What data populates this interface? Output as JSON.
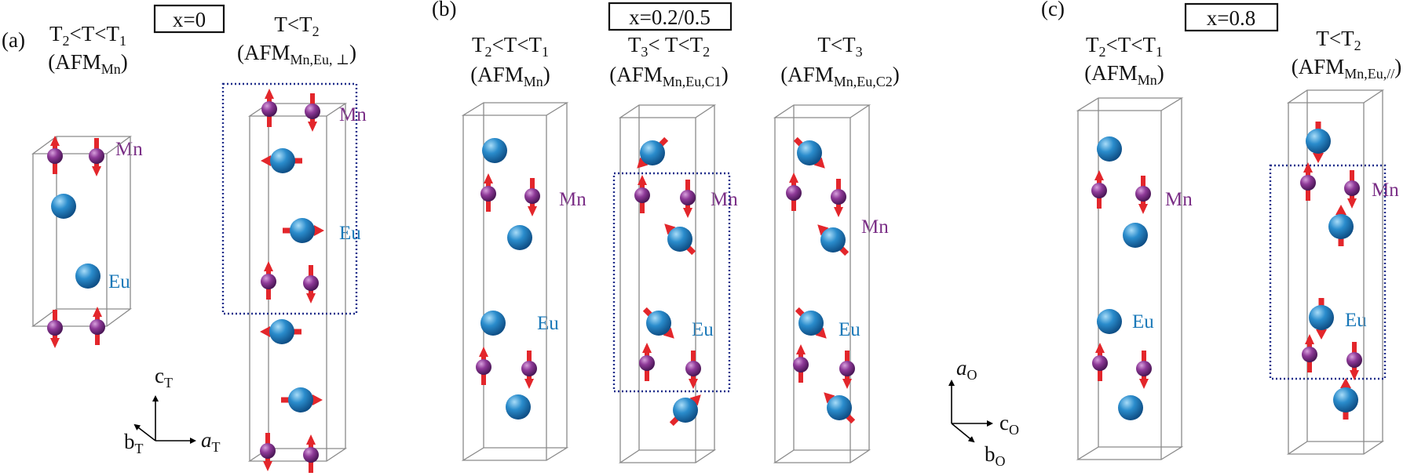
{
  "panels": {
    "a": {
      "letter": "(a)",
      "x_box": "x=0",
      "phase1": {
        "range": {
          "t1": "T",
          "s1": "2",
          "t2": "<T<T",
          "s2": "1"
        },
        "order": {
          "t1": "(AFM",
          "s1": "Mn",
          "t2": ")"
        }
      },
      "phase2": {
        "range": {
          "t1": "T<T",
          "s1": "2"
        },
        "order": {
          "t1": "(AFM",
          "s1": "Mn,Eu, ⊥",
          "t2": ")"
        }
      },
      "mn_label": "Mn",
      "eu_label": "Eu",
      "mn_label2": "Mn",
      "eu_label2": "Eu"
    },
    "b": {
      "letter": "(b)",
      "x_box": "x=0.2/0.5",
      "phase1": {
        "range": {
          "t1": "T",
          "s1": "2",
          "t2": "<T<T",
          "s2": "1"
        },
        "order": {
          "t1": "(AFM",
          "s1": "Mn",
          "t2": ")"
        }
      },
      "phase2": {
        "range": {
          "t1": "T",
          "s1": "3",
          "t2": "< T<T",
          "s2": "2"
        },
        "order": {
          "t1": "(AFM",
          "s1": "Mn,Eu,C1",
          "t2": ")"
        }
      },
      "phase3": {
        "range": {
          "t1": "T<T",
          "s1": "3"
        },
        "order": {
          "t1": "(AFM",
          "s1": "Mn,Eu,C2",
          "t2": ")"
        }
      },
      "mn_label": "Mn",
      "eu_label": "Eu",
      "mn_label2": "Mn",
      "eu_label2": "Eu",
      "mn_label3": "Mn",
      "eu_label3": "Eu"
    },
    "c": {
      "letter": "(c)",
      "x_box": "x=0.8",
      "phase1": {
        "range": {
          "t1": "T",
          "s1": "2",
          "t2": "<T<T",
          "s2": "1"
        },
        "order": {
          "t1": "(AFM",
          "s1": "Mn",
          "t2": ")"
        }
      },
      "phase2": {
        "range": {
          "t1": "T<T",
          "s1": "2"
        },
        "order": {
          "t1": "(AFM",
          "s1": "Mn,Eu,//",
          "t2": ")"
        }
      },
      "mn_label": "Mn",
      "eu_label": "Eu",
      "mn_label2": "Mn",
      "eu_label2": "Eu"
    }
  },
  "axes_tetragonal": {
    "c": "c",
    "c_sub": "T",
    "b": "b",
    "b_sub": "T",
    "a": "a",
    "a_sub": "T"
  },
  "axes_orthorhombic": {
    "a": "a",
    "a_sub": "O",
    "c": "c",
    "c_sub": "O",
    "b": "b",
    "b_sub": "O"
  },
  "colors": {
    "mn_atom": "#7a2e86",
    "eu_atom": "#1f7fc2",
    "moment_arrow": "#e3262b",
    "dashed_cell": "#1f2d8a"
  }
}
